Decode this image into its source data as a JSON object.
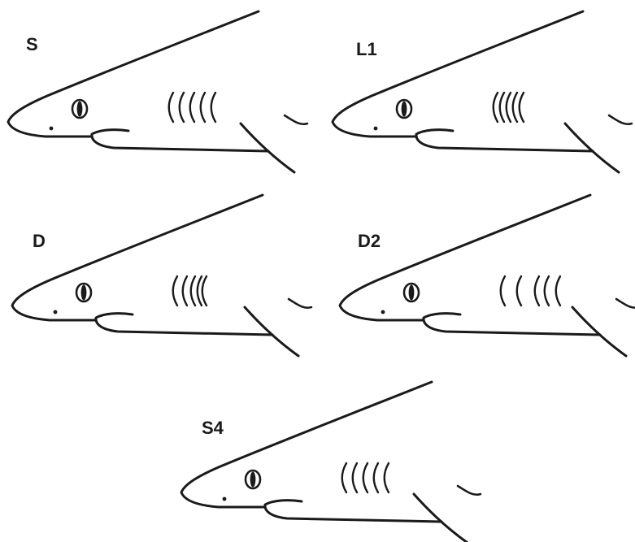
{
  "figure": {
    "panels": [
      {
        "id": "s",
        "label": "S",
        "gill_gaps": [
          13,
          13,
          13,
          13
        ]
      },
      {
        "id": "l1",
        "label": "L1",
        "gill_gaps": [
          8,
          8,
          8,
          8
        ]
      },
      {
        "id": "d",
        "label": "D",
        "gill_gaps": [
          12,
          10,
          8,
          6
        ]
      },
      {
        "id": "d2",
        "label": "D2",
        "gill_gaps": [
          20,
          22,
          12,
          14
        ]
      },
      {
        "id": "s4",
        "label": "S4",
        "gill_gaps": [
          13,
          13,
          13,
          13
        ]
      }
    ],
    "colors": {
      "outline": "#1a1a1a",
      "background": "#ffffff"
    }
  }
}
